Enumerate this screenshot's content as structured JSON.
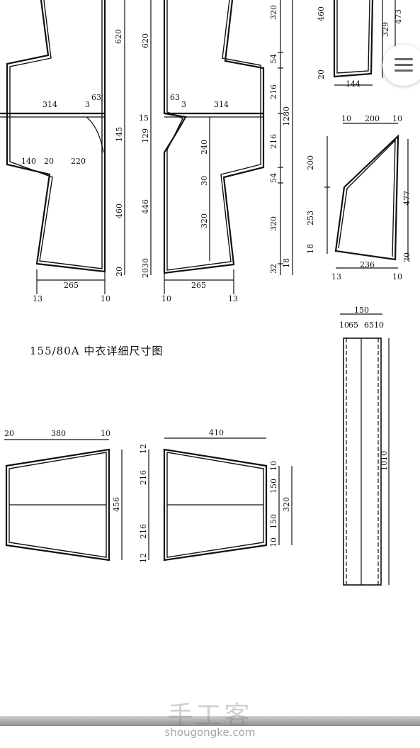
{
  "caption": "155/80A 中衣详细尺寸图",
  "watermark": {
    "cn": "手工客",
    "en": "shougongke.com"
  },
  "menu_icon": "hamburger-menu-icon",
  "labels": {
    "fl_620": "620",
    "fl_314": "314",
    "fl_63": "63",
    "fl_3": "3",
    "fl_145": "145",
    "fl_140": "140",
    "fl_20a": "20",
    "fl_220": "220",
    "fl_460": "460",
    "fl_20b": "20",
    "fl_265": "265",
    "fl_13": "13",
    "fl_10": "10",
    "bk_620": "620",
    "bk_63": "63",
    "bk_3": "3",
    "bk_314": "314",
    "bk_15": "15",
    "bk_129": "129",
    "bk_240": "240",
    "bk_30": "30",
    "bk_446": "446",
    "bk_320": "320",
    "bk_2030": "2030",
    "bk_265": "265",
    "bk_10": "10",
    "bk_13": "13",
    "sd_320a": "320",
    "sd_54a": "54",
    "sd_216a": "216",
    "sd_216b": "216",
    "sd_54b": "54",
    "sd_320b": "320",
    "sd_32": "32",
    "sd_1280": "1280",
    "sd_18": "18",
    "sl_460": "460",
    "sl_329": "329",
    "sl_473": "473",
    "sl_20": "20",
    "sl_144": "144",
    "cf_10a": "10",
    "cf_200": "200",
    "cf_10b": "10",
    "cf_200v": "200",
    "cf_253": "253",
    "cf_477": "477",
    "cf_18": "18",
    "cf_20": "20",
    "cf_236": "236",
    "cf_13": "13",
    "cf_10c": "10",
    "bn_150": "150",
    "bn_10": "10",
    "bn_65a": "65",
    "bn_65b": "65",
    "bn_10b": "10",
    "bn_1010": "1010",
    "pl_20": "20",
    "pl_380": "380",
    "pl_10": "10",
    "pl_456": "456",
    "pr_410": "410",
    "pr_12a": "12",
    "pr_216a": "216",
    "pr_216b": "216",
    "pr_12b": "12",
    "pr_10a": "10",
    "pr_150a": "150",
    "pr_150b": "150",
    "pr_10b": "10",
    "pr_320": "320"
  }
}
